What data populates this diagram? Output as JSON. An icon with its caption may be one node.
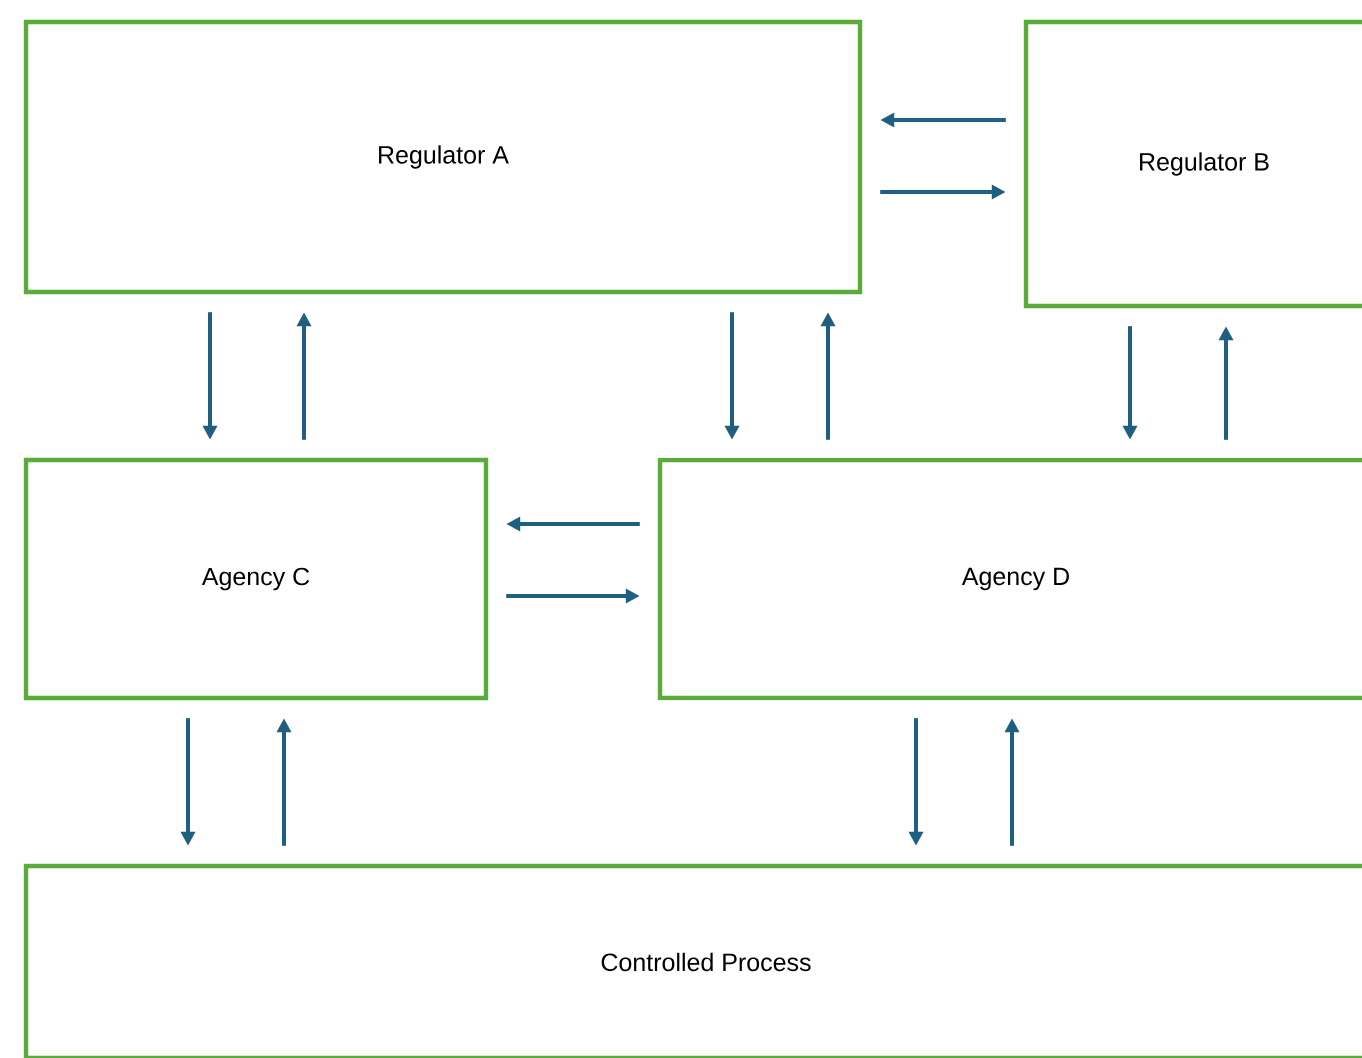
{
  "diagram": {
    "nodes": [
      {
        "text": [
          "Regulator A"
        ]
      },
      {
        "text": [
          "Regulator B"
        ]
      },
      {
        "text": [
          "Agency C"
        ]
      },
      {
        "text": [
          "Agency D"
        ]
      },
      {
        "text": [
          "Controlled Process"
        ]
      }
    ],
    "edges": [
      {
        "from": 1,
        "to": 0,
        "arrow": "to"
      },
      {
        "from": 0,
        "to": 1,
        "arrow": "to"
      },
      {
        "from": 0,
        "to": 2,
        "arrow": "to"
      },
      {
        "from": 2,
        "to": 0,
        "arrow": "to"
      },
      {
        "from": 0,
        "to": 3,
        "arrow": "to"
      },
      {
        "from": 3,
        "to": 0,
        "arrow": "to"
      },
      {
        "from": 1,
        "to": 3,
        "arrow": "to"
      },
      {
        "from": 3,
        "to": 1,
        "arrow": "to"
      },
      {
        "from": 3,
        "to": 2,
        "arrow": "to"
      },
      {
        "from": 2,
        "to": 3,
        "arrow": "to"
      },
      {
        "from": 2,
        "to": 4,
        "arrow": "to"
      },
      {
        "from": 4,
        "to": 2,
        "arrow": "to"
      },
      {
        "from": 3,
        "to": 4,
        "arrow": "to"
      },
      {
        "from": 4,
        "to": 3,
        "arrow": "to"
      }
    ]
  }
}
